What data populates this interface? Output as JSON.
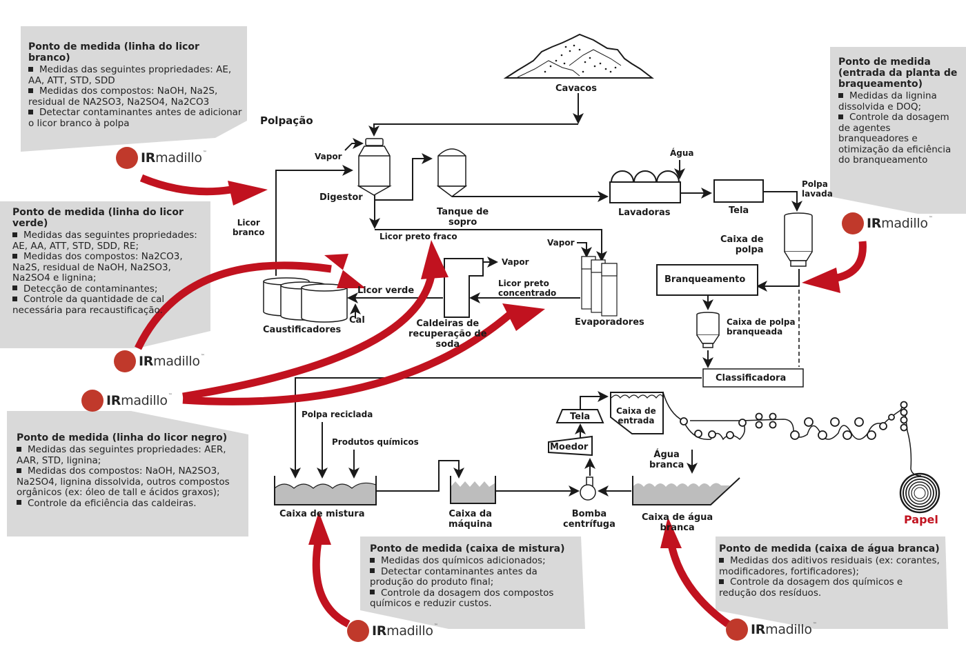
{
  "section_title": "Polpação",
  "brand": {
    "name_bold": "IR",
    "name_rest": "madillo",
    "trademark": "™",
    "accent_color": "#c1121f",
    "badge_color": "#c0392b",
    "panel_color": "#d9d9d9"
  },
  "panels": {
    "licor_branco": {
      "title": "Ponto de medida (linha do licor branco)",
      "items": [
        "Medidas das seguintes propriedades: AE, AA, ATT, STD, SDD",
        "Medidas dos compostos: NaOH, Na2S, residual de NA2SO3, Na2SO4, Na2CO3",
        "Detectar contaminantes antes de adicionar o licor branco à polpa"
      ]
    },
    "licor_verde": {
      "title": "Ponto de medida (linha do licor verde)",
      "items": [
        "Medidas das seguintes propriedades: AE, AA, ATT, STD, SDD, RE;",
        "Medidas dos compostos: Na2CO3, Na2S, residual de NaOH, Na2SO3, Na2SO4 e lignina;",
        "Detecção de contaminantes;",
        "Controle da quantidade de cal necessária para recaustificação."
      ]
    },
    "licor_negro": {
      "title": "Ponto de medida (linha do licor negro)",
      "items": [
        "Medidas das seguintes propriedades: AER, AAR, STD, lignina;",
        "Medidas dos compostos: NaOH, NA2SO3, Na2SO4, lignina dissolvida, outros compostos orgânicos (ex: óleo de tall e ácidos graxos);",
        "Controle da eficiência das caldeiras."
      ]
    },
    "branqueamento": {
      "title": "Ponto de medida (entrada da planta de braqueamento)",
      "items": [
        "Medidas da lignina dissolvida e DOQ;",
        "Controle da dosagem de agentes branqueadores e otimização da eficiência do branqueamento"
      ]
    },
    "caixa_mistura": {
      "title": "Ponto de medida (caixa de mistura)",
      "items": [
        "Medidas dos químicos adicionados;",
        "Detectar contaminantes antes da produção do produto final;",
        "Controle da dosagem dos compostos químicos e reduzir custos."
      ]
    },
    "agua_branca": {
      "title": "Ponto de medida (caixa de água branca)",
      "items": [
        "Medidas dos aditivos residuais (ex: corantes, modificadores, fortificadores);",
        "Controle da dosagem dos químicos e redução dos resíduos."
      ]
    }
  },
  "labels": {
    "cavacos": "Cavacos",
    "vapor": "Vapor",
    "digestor": "Digestor",
    "tanque_sopro": "Tanque de\nsopro",
    "lavadoras": "Lavadoras",
    "agua": "Água",
    "tela": "Tela",
    "polpa_lavada": "Polpa\nlavada",
    "caixa_polpa": "Caixa de\npolpa",
    "licor_branco": "Licor\nbranco",
    "licor_preto_fraco": "Licor preto fraco",
    "vapor_evap": "Vapor",
    "vapor_caldeira": "Vapor",
    "licor_verde": "Licor verde",
    "licor_preto_concentrado": "Licor preto\nconcentrado",
    "cal": "Cal",
    "caustificadores": "Caustificadores",
    "caldeiras": "Caldeiras de\nrecuperação de\nsoda",
    "evaporadores": "Evaporadores",
    "branqueamento": "Branqueamento",
    "caixa_polpa_branqueada": "Caixa de polpa\nbranqueada",
    "classificadora": "Classificadora",
    "polpa_reciclada": "Polpa reciclada",
    "produtos_quimicos": "Produtos químicos",
    "caixa_mistura": "Caixa de mistura",
    "caixa_maquina": "Caixa da\nmáquina",
    "bomba": "Bomba\ncentrífuga",
    "moedor": "Moedor",
    "tela2": "Tela",
    "caixa_entrada": "Caixa de\nentrada",
    "agua_branca": "Água\nbranca",
    "caixa_agua_branca": "Caixa de água\nbranca",
    "papel": "Papel"
  }
}
